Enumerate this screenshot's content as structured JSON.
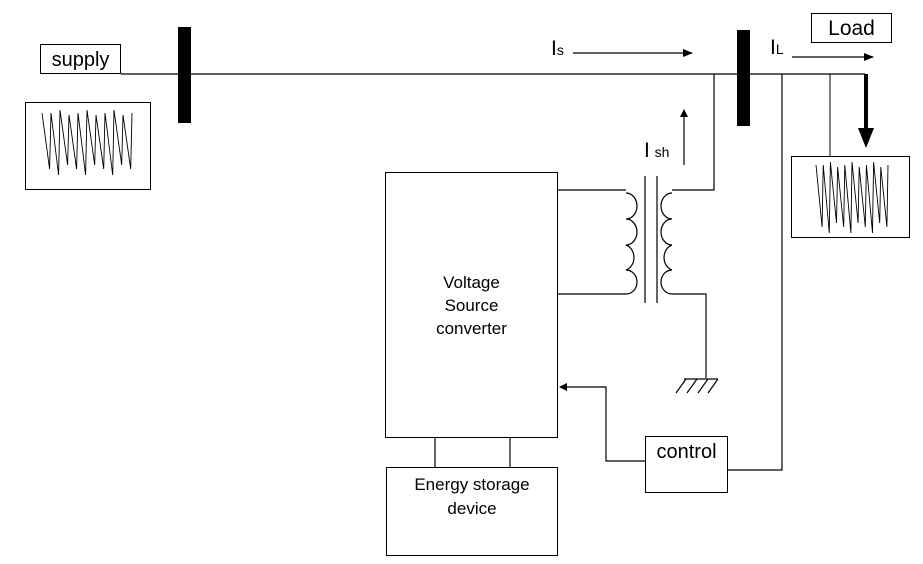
{
  "labels": {
    "supply": "supply",
    "load": "Load",
    "converter_lines": [
      "Voltage",
      "Source",
      "converter"
    ],
    "storage_lines": [
      "Energy storage",
      "device"
    ],
    "control": "control"
  },
  "currents": {
    "source": {
      "symbol": "I",
      "subscript": "s"
    },
    "shunt": {
      "symbol": "I",
      "subscript": "sh"
    },
    "load": {
      "symbol": "I",
      "subscript": "L"
    }
  },
  "colors": {
    "line": "#000000",
    "background": "#ffffff"
  },
  "icons": {
    "ground": "ground-symbol-icon",
    "transformer": "transformer-coil-icon",
    "waveform": "sawtooth-waveform-icon"
  }
}
